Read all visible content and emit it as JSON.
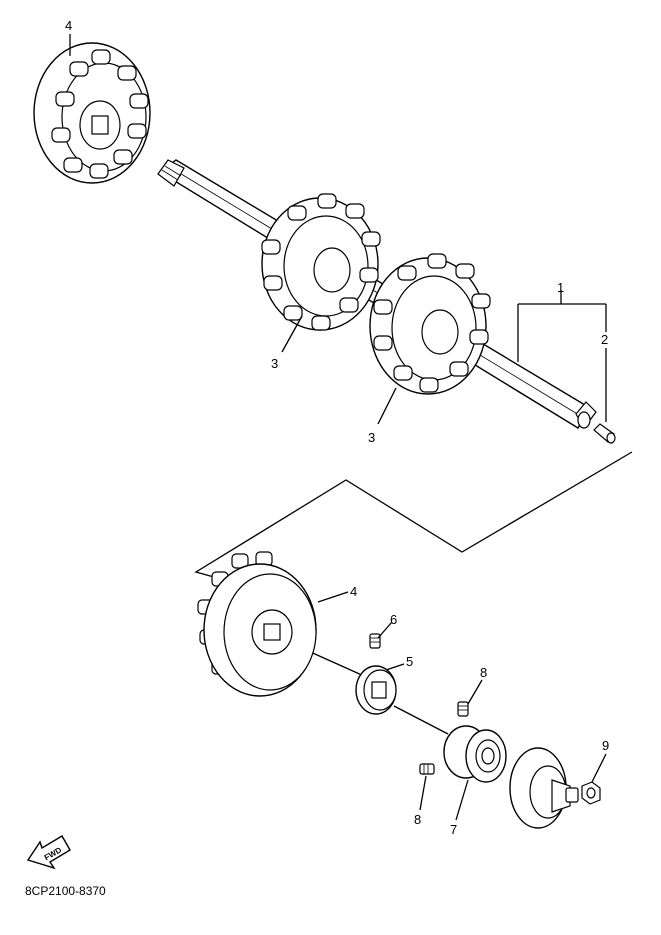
{
  "callouts": [
    {
      "id": "c1",
      "text": "1"
    },
    {
      "id": "c2",
      "text": "2"
    },
    {
      "id": "c3a",
      "text": "3"
    },
    {
      "id": "c3b",
      "text": "3"
    },
    {
      "id": "c4a",
      "text": "4"
    },
    {
      "id": "c4b",
      "text": "4"
    },
    {
      "id": "c5",
      "text": "5"
    },
    {
      "id": "c6",
      "text": "6"
    },
    {
      "id": "c7",
      "text": "7"
    },
    {
      "id": "c8a",
      "text": "8"
    },
    {
      "id": "c8b",
      "text": "8"
    },
    {
      "id": "c9",
      "text": "9"
    }
  ],
  "fwd_label": "FWD",
  "diagram_code": "8CP2100-8370",
  "icons": {
    "fwd_arrow": "fwd-arrow-icon"
  }
}
